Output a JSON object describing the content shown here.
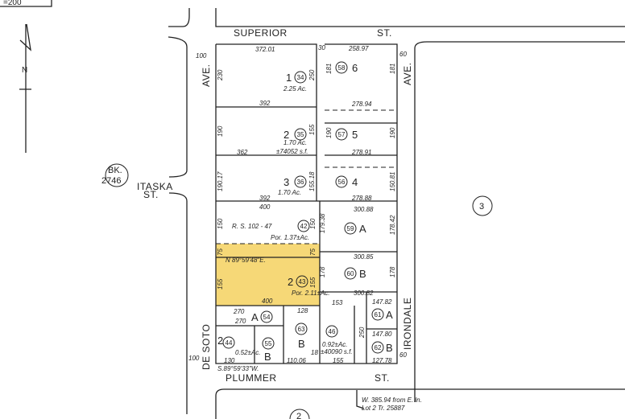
{
  "map": {
    "scale_label": "=200",
    "north_label": "N",
    "book_ref": [
      "BK.",
      "2746"
    ],
    "adjacent_page": "3",
    "adjacent_page_bottom": "2",
    "highlight_color": "#f6d877",
    "streets": {
      "superior": "SUPERIOR",
      "superior_st": "ST.",
      "plummer": "PLUMMER",
      "plummer_st": "ST.",
      "de_soto": "DE SOTO",
      "de_soto_ave": "AVE.",
      "irondale": "IRONDALE",
      "irondale_ave": "AVE.",
      "itaska": [
        "ITASKA",
        "ST."
      ]
    },
    "parcels": [
      {
        "num": "34",
        "lot": "1",
        "area": "2.25 Ac."
      },
      {
        "num": "35",
        "lot": "2",
        "area": "1.70 Ac."
      },
      {
        "num": "36",
        "lot": "3",
        "area": "1.70 Ac."
      },
      {
        "num": "58",
        "lot": "6"
      },
      {
        "num": "57",
        "lot": "5"
      },
      {
        "num": "56",
        "lot": "4"
      },
      {
        "num": "42",
        "lot": "",
        "area": "Por. 1.37±Ac."
      },
      {
        "num": "43",
        "lot": "2",
        "area": "Por. 2.11±Ac."
      },
      {
        "num": "59",
        "lot": "A"
      },
      {
        "num": "60",
        "lot": "B"
      },
      {
        "num": "54",
        "lot": "A"
      },
      {
        "num": "44",
        "lot": "2",
        "area": "0.52±Ac."
      },
      {
        "num": "55",
        "lot": "B"
      },
      {
        "num": "63",
        "lot": "B"
      },
      {
        "num": "46",
        "lot": "",
        "area": "0.92±Ac."
      },
      {
        "num": "61",
        "lot": "A"
      },
      {
        "num": "62",
        "lot": "B"
      }
    ],
    "dimensions": {
      "d37201": "372.01",
      "d392a": "392",
      "d362": "362",
      "d392b": "392",
      "d400a": "400",
      "d400b": "400",
      "d25897": "258.97",
      "d27894": "278.94",
      "d27891": "278.91",
      "d27888": "278.88",
      "d30088": "300.88",
      "d30085": "300.85",
      "d30082": "300.82",
      "d230": "230",
      "d250": "250",
      "d190a": "190",
      "d155": "155",
      "d19017": "190.17",
      "d15518": "155.18",
      "d181a": "181",
      "d181b": "181",
      "d190b": "190",
      "d190c": "190",
      "d15081": "150.81",
      "d150a": "150",
      "d150b": "150",
      "d75a": "75",
      "d75b": "75",
      "d155a": "155",
      "d155b": "155",
      "d17938": "179.38",
      "d17842": "178.42",
      "d178a": "178",
      "d178b": "178",
      "d270a": "270",
      "d270b": "270",
      "d128": "128",
      "d153": "153",
      "d14782": "147.82",
      "d14780": "147.80",
      "d130": "130",
      "d11006": "110.06",
      "d155c": "155",
      "d12778": "127.78",
      "d250b": "250",
      "d100a": "100",
      "d100b": "100",
      "d60a": "60",
      "d60b": "60",
      "d30": "30",
      "d18": "18",
      "bearing1": "N 89°59'48\"E.",
      "bearing2": "S.89°59'33\"W.",
      "rs": "R. S. 102 - 47",
      "sqft1": "±74052 s.f.",
      "sqft2": "±40090 s.f."
    },
    "note": [
      "W. 385.94 from E. ln.",
      "Lot 2 Tr. 25887"
    ]
  }
}
